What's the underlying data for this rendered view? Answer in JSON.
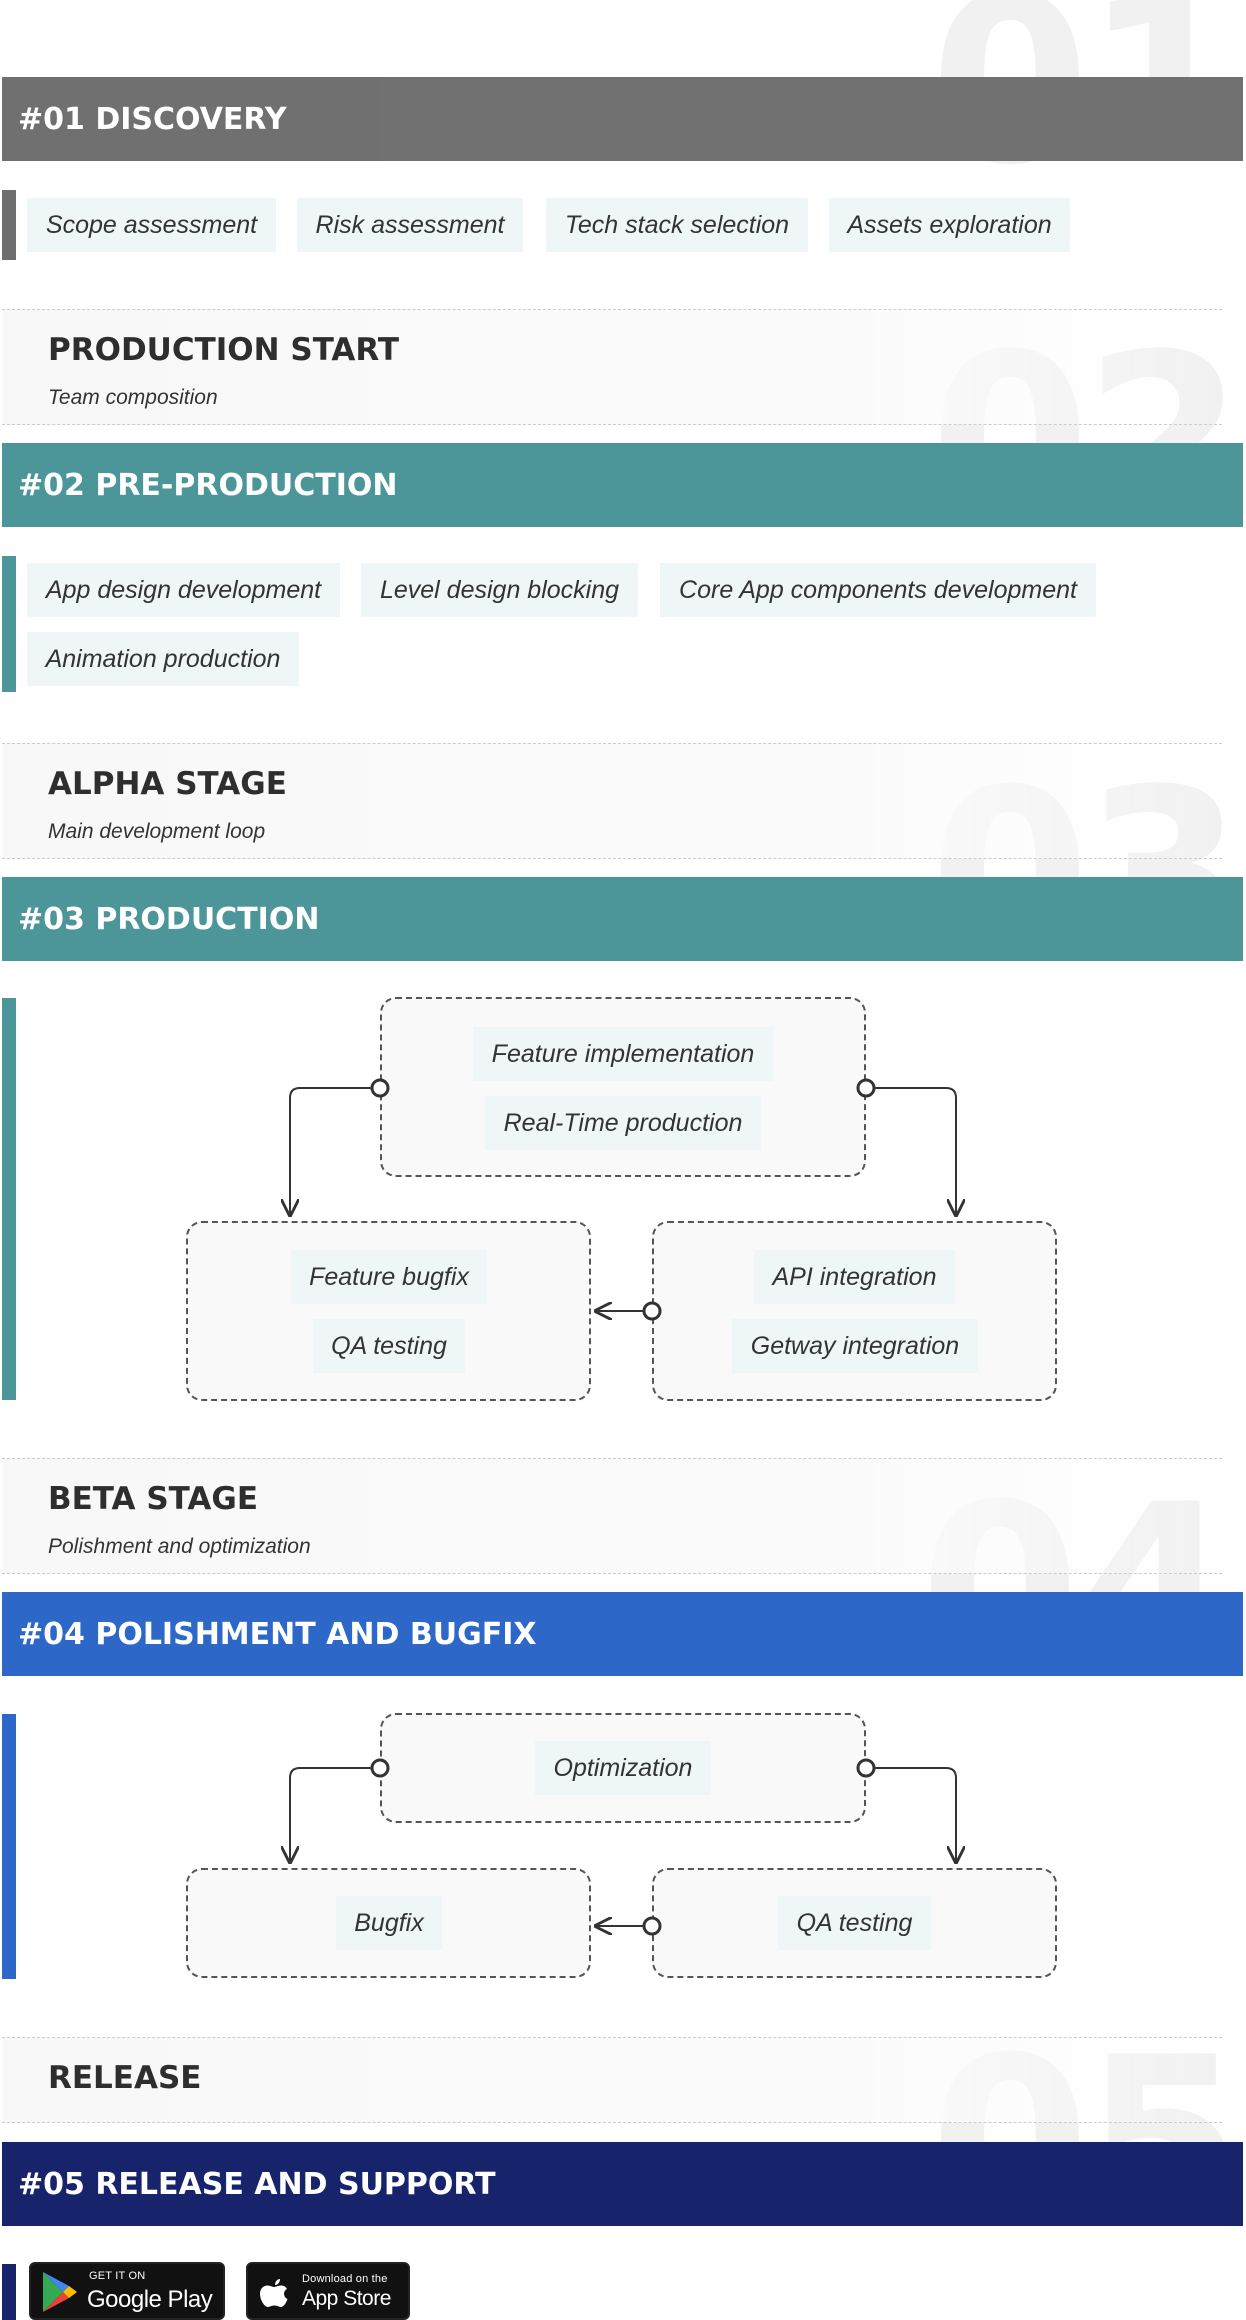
{
  "colors": {
    "phase1": "#6e6e6e",
    "phase2": "#4c9699",
    "phase3": "#4c9699",
    "phase4": "#2d68c8",
    "phase5": "#17246b"
  },
  "numerals": [
    "01",
    "02",
    "03",
    "04",
    "05"
  ],
  "phases": [
    {
      "title": "#01 DISCOVERY",
      "chips": [
        "Scope assessment",
        "Risk assessment",
        "Tech stack selection",
        "Assets exploration"
      ]
    },
    {
      "title": "#02 PRE-PRODUCTION",
      "chips": [
        "App design development",
        "Level design blocking",
        "Core App components development",
        "Animation production"
      ]
    },
    {
      "title": "#03 PRODUCTION"
    },
    {
      "title": "#04 POLISHMENT AND BUGFIX"
    },
    {
      "title": "#05 RELEASE AND SUPPORT"
    }
  ],
  "stages": [
    {
      "title": "PRODUCTION START",
      "subtitle": "Team composition"
    },
    {
      "title": "ALPHA STAGE",
      "subtitle": "Main development loop"
    },
    {
      "title": "BETA STAGE",
      "subtitle": "Polishment and optimization"
    },
    {
      "title": "RELEASE",
      "subtitle": ""
    }
  ],
  "production_loop": {
    "top": [
      "Feature implementation",
      "Real-Time production"
    ],
    "left": [
      "Feature bugfix",
      "QA testing"
    ],
    "right": [
      "API integration",
      "Getway integration"
    ]
  },
  "polish_loop": {
    "top": [
      "Optimization"
    ],
    "left": [
      "Bugfix"
    ],
    "right": [
      "QA testing"
    ]
  },
  "stores": {
    "google_small": "GET IT ON",
    "google_big": "Google Play",
    "apple_small": "Download on the",
    "apple_big": "App Store"
  }
}
